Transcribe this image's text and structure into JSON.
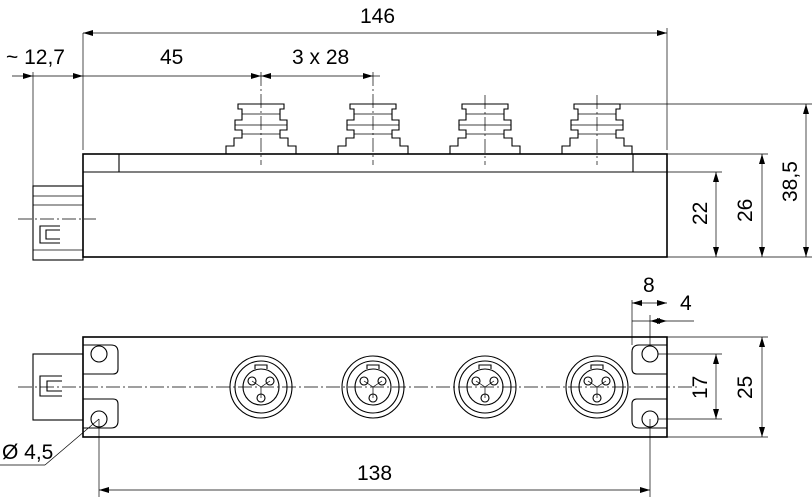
{
  "dimensions": {
    "overall_length": "146",
    "cable_offset": "~ 12,7",
    "first_connector": "45",
    "pitch": "3 x 28",
    "height_body": "22",
    "height_flange": "26",
    "height_total": "38,5",
    "hole_edge": "8",
    "hole_center": "4",
    "hole_spacing": "17",
    "width": "25",
    "hole_diameter": "Ø 4,5",
    "hole_pitch": "138"
  }
}
